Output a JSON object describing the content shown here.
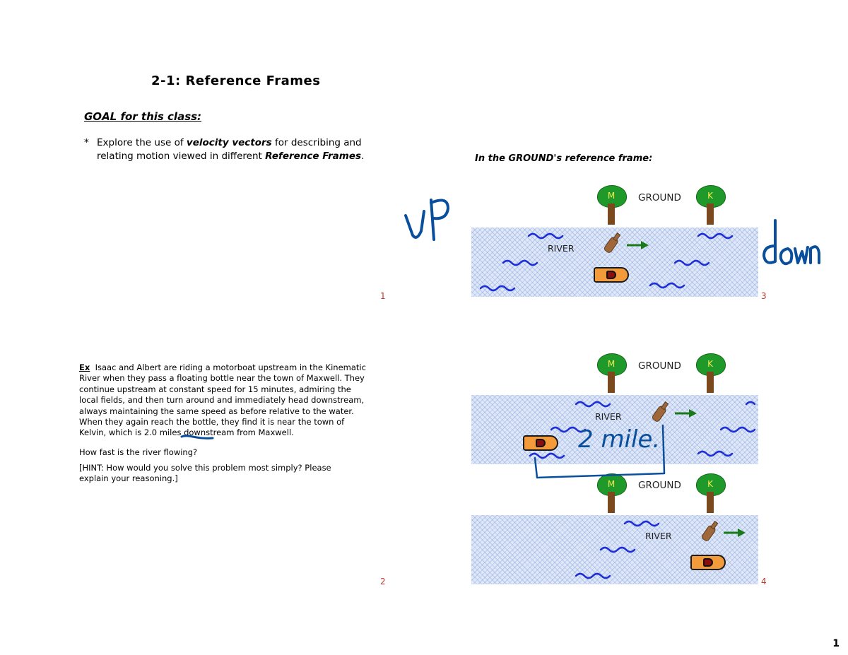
{
  "slide1": {
    "title": "2-1: Reference Frames",
    "goal_heading": "GOAL for this class:",
    "bullet_star": "*",
    "bullet_pre": "Explore the use of ",
    "bullet_bold1": "velocity vectors",
    "bullet_mid": " for describing and relating motion viewed in different ",
    "bullet_bold2": "Reference Frames",
    "bullet_end": ".",
    "page_number": "1"
  },
  "slide2": {
    "ex_label": "Ex",
    "ex_text": "Isaac and Albert are riding a motorboat upstream in the Kinematic River when they pass a floating bottle near the town of Maxwell. They continue upstream at constant speed for 15 minutes, admiring the local fields, and then turn around and immediately head downstream, always maintaining the same speed as before relative to the water. When they again reach the bottle, they find it is near the town of Kelvin, which is 2.0 miles downstream from Maxwell.",
    "question": "How fast is the river flowing?",
    "hint": "[HINT: How would you solve this problem most simply? Please explain your reasoning.]",
    "page_number": "2"
  },
  "slide3": {
    "heading": "In the GROUND's reference frame:",
    "ground_label": "GROUND",
    "river_label": "RIVER",
    "tree_left": "M",
    "tree_right": "K",
    "page_number": "3",
    "handwritten_left": "up",
    "handwritten_right": "down"
  },
  "slide4": {
    "ground_label": "GROUND",
    "river_label": "RIVER",
    "tree_left": "M",
    "tree_right": "K",
    "handwritten_note": "2 mile.",
    "page_number": "4"
  },
  "document_page": "1",
  "colors": {
    "ink": "#0a4f9e",
    "arrow": "#1a7a1a",
    "wave": "#1f2fd6",
    "page_number": "#c0392b"
  }
}
